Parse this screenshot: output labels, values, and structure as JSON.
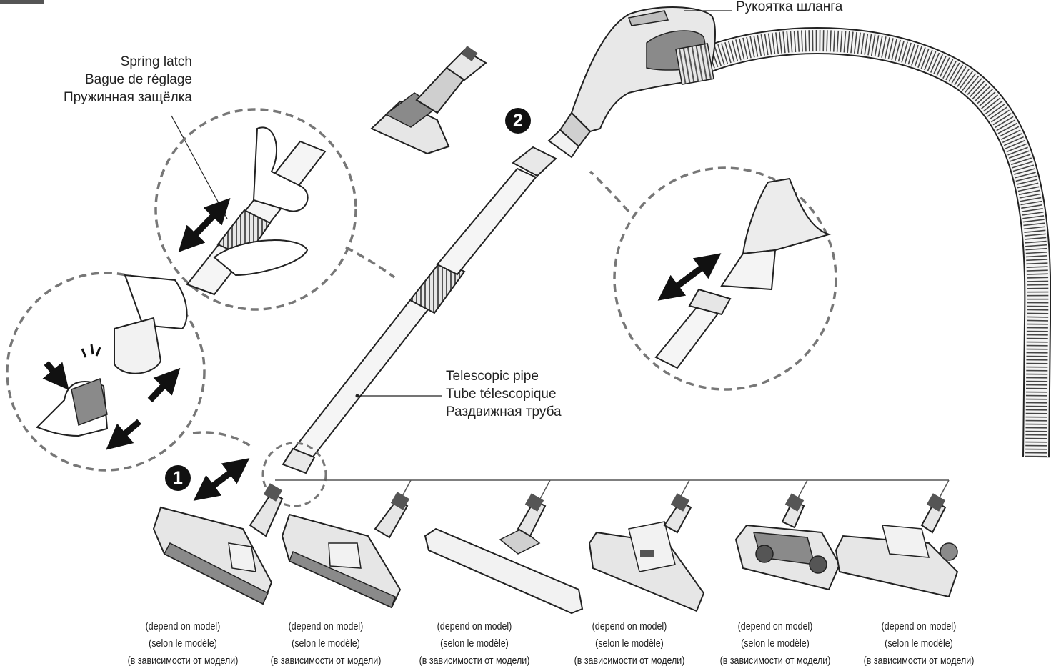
{
  "labels": {
    "hose_handle": "Рукоятка шланга",
    "spring_latch": [
      "Spring latch",
      "Bague de réglage",
      "Пружинная защёлка"
    ],
    "telescopic_pipe": [
      "Telescopic pipe",
      "Tube télescopique",
      "Раздвижная труба"
    ]
  },
  "steps": [
    "1",
    "2"
  ],
  "brush_captions": [
    [
      "(depend on model)",
      "(selon le modèle)",
      "(в зависимости от модели)"
    ],
    [
      "(depend on model)",
      "(selon le modèle)",
      "(в зависимости от модели)"
    ],
    [
      "(depend on model)",
      "(selon le modèle)",
      "(в зависимости от модели)"
    ],
    [
      "(depend on model)",
      "(selon le modèle)",
      "(в зависимости от модели)"
    ],
    [
      "(depend on model)",
      "(selon le modèle)",
      "(в зависимости от модели)"
    ],
    [
      "(depend on model)",
      "(selon le modèle)",
      "(в зависимости от модели)"
    ]
  ],
  "colors": {
    "line": "#222222",
    "fill_light": "#e4e4e4",
    "fill_mid": "#c8c8c8",
    "fill_dark": "#8a8a8a"
  }
}
